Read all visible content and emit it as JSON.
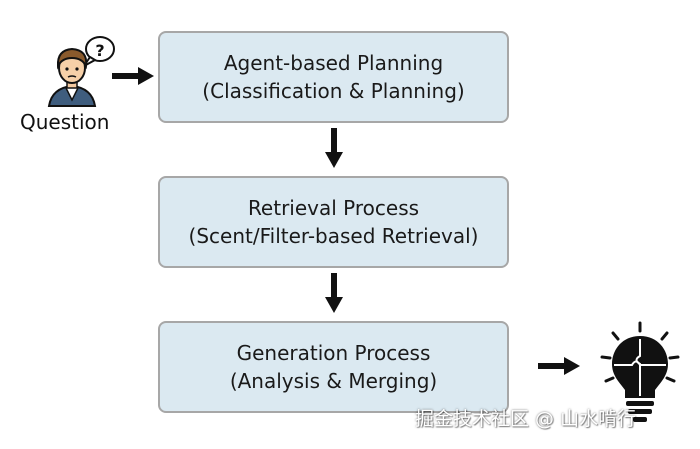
{
  "user": {
    "label": "Question",
    "bubble_symbol": "?",
    "icon": "question-person-icon"
  },
  "steps": [
    {
      "title": "Agent-based Planning",
      "subtitle": "(Classification & Planning)"
    },
    {
      "title": "Retrieval Process",
      "subtitle": "(Scent/Filter-based Retrieval)"
    },
    {
      "title": "Generation Process",
      "subtitle": "(Analysis & Merging)"
    }
  ],
  "output": {
    "icon": "lightbulb-puzzle-icon"
  },
  "watermark": "掘金技术社区 @ 山水啃行",
  "colors": {
    "box_fill": "#dbe9f1",
    "box_border": "#a7a7a7",
    "arrow": "#111111",
    "text": "#1a1a1a"
  }
}
